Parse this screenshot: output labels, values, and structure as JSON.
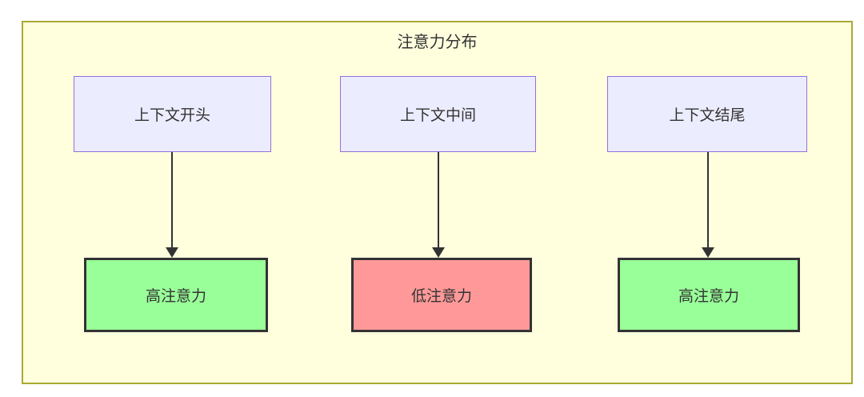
{
  "diagram": {
    "title": "注意力分布",
    "top_nodes": [
      {
        "label": "上下文开头"
      },
      {
        "label": "上下文中间"
      },
      {
        "label": "上下文结尾"
      }
    ],
    "bottom_nodes": [
      {
        "label": "高注意力",
        "type": "high",
        "fill": "#99ff99"
      },
      {
        "label": "低注意力",
        "type": "low",
        "fill": "#ff9999"
      },
      {
        "label": "高注意力",
        "type": "high",
        "fill": "#99ff99"
      }
    ],
    "colors": {
      "page_bg": "#ffffff",
      "container_bg": "#ffffde",
      "container_border": "#aaaa33",
      "source_fill": "#ececff",
      "source_border": "#9370db",
      "result_border": "#333333",
      "arrow": "#333333",
      "text": "#333333"
    }
  }
}
